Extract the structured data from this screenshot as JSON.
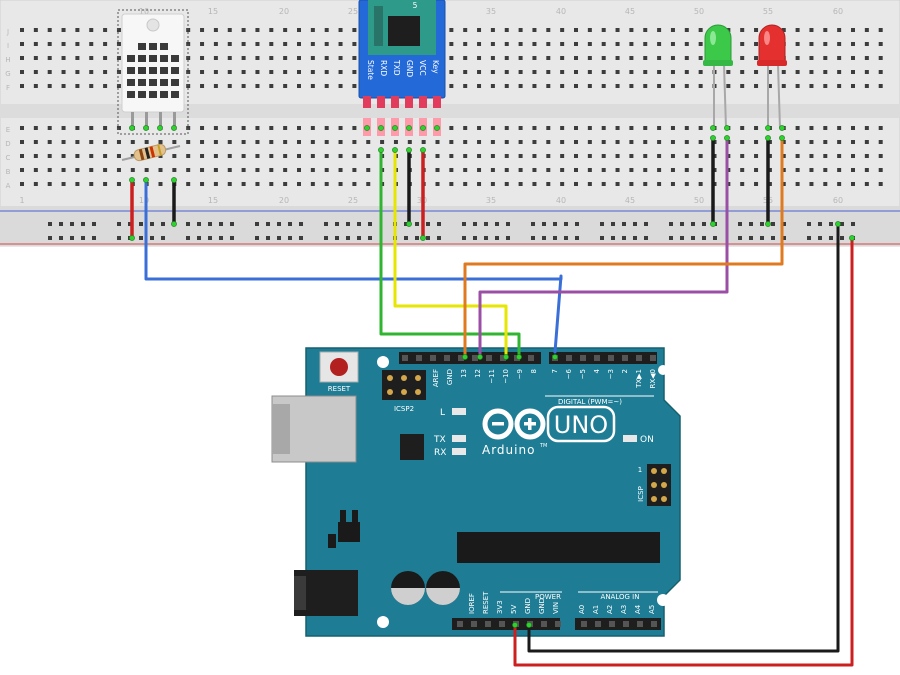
{
  "breadboard": {
    "column_numbers": [
      "10",
      "15",
      "20",
      "25",
      "30",
      "35",
      "40",
      "45",
      "50",
      "55",
      "60"
    ],
    "row_letters_top": [
      "J",
      "I",
      "H",
      "G",
      "F"
    ],
    "row_letters_bottom": [
      "E",
      "D",
      "C",
      "B",
      "A"
    ],
    "bottom_rail_numbers": [
      "1",
      "10",
      "15",
      "20",
      "25",
      "30",
      "35",
      "40",
      "45",
      "50",
      "55",
      "60"
    ]
  },
  "bluetooth_module": {
    "chip_label": "5",
    "pins": [
      "State",
      "RXD",
      "TXD",
      "GND",
      "VCC",
      "Key"
    ]
  },
  "arduino": {
    "reset_label": "RESET",
    "icsp2_label": "ICSP2",
    "icsp_label": "ICSP",
    "icsp_pin1": "1",
    "l_label": "L",
    "tx_label": "TX",
    "rx_label": "RX",
    "on_label": "ON",
    "brand": "Arduino",
    "trademark": "TM",
    "model": "UNO",
    "digital_label": "DIGITAL (PWM=~)",
    "power_label": "POWER",
    "analog_label": "ANALOG IN",
    "digital_pins": [
      "AREF",
      "GND",
      "13",
      "12",
      "~11",
      "~10",
      "~9",
      "8",
      "7",
      "~6",
      "~5",
      "4",
      "~3",
      "2",
      "TX▶1",
      "RX◀0"
    ],
    "power_pins": [
      "IOREF",
      "RESET",
      "3V3",
      "5V",
      "GND",
      "GND",
      "VIN"
    ],
    "analog_pins": [
      "A0",
      "A1",
      "A2",
      "A3",
      "A4",
      "A5"
    ]
  },
  "colors": {
    "wire_blue": "#3a6fd8",
    "wire_green": "#2fb52f",
    "wire_yellow": "#e6e600",
    "wire_orange": "#e07a1f",
    "wire_purple": "#9b4ea6",
    "wire_black": "#1a1a1a",
    "wire_red": "#cc1f1f",
    "board_teal": "#1e7d95",
    "led_green": "#3cc94a",
    "led_red": "#e53030"
  }
}
